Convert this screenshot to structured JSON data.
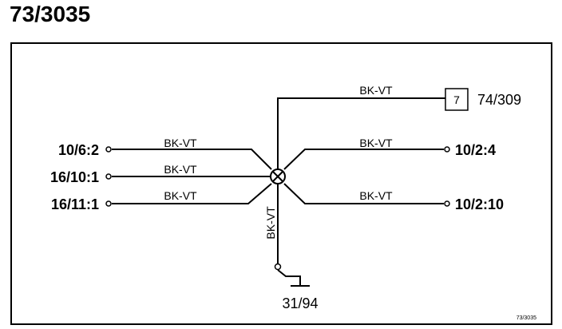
{
  "title": "73/3035",
  "footer_code": "73/3035",
  "wire_color": "BK-VT",
  "terminals": {
    "left_1": "10/6:2",
    "left_2": "16/10:1",
    "left_3": "16/11:1",
    "right_1": "10/2:4",
    "right_2": "10/2:10",
    "connector_pin": "7",
    "connector_name": "74/309",
    "ground": "31/94"
  }
}
